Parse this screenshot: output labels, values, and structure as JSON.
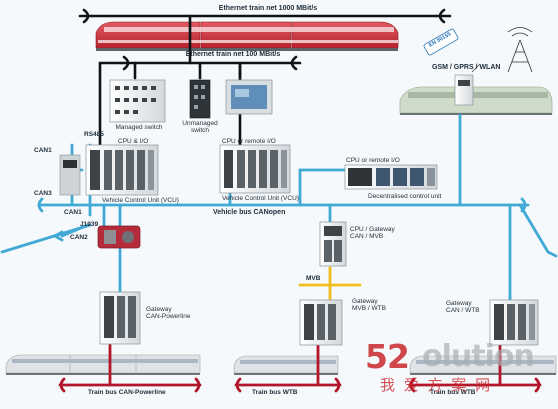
{
  "labels": {
    "eth_1000": "Ethernet train net 1000 MBit/s",
    "eth_100": "Ethernet train net 100 MBit/s",
    "managed_switch": "Managed switch",
    "unmanaged_switch": "Unmanaged\nswitch",
    "rs485": "RS485",
    "cpu_io": "CPU & I/O",
    "cpu_remote_io_1": "CPU or remote I/O",
    "cpu_remote_io_2": "CPU or remote I/O",
    "can1_a": "CAN1",
    "can3": "CAN3",
    "vcu_1": "Vehicle Control Unit (VCU)",
    "vcu_2": "Vehicle Control Unit (VCU)",
    "decentralised": "Decentralised control unit",
    "en50155": "EN 50155",
    "gsm": "GSM / GPRS / WLAN",
    "can1_b": "CAN1",
    "vehicle_bus": "Vehicle bus CANopen",
    "j1939": "J1939",
    "can2": "CAN2",
    "cpu_gateway": "CPU / Gateway\nCAN / MVB",
    "mvb": "MVB",
    "gateway_mvb": "Gateway\nMVB / WTB",
    "gateway_can_wtb": "Gateway\nCAN / WTB",
    "gateway_powerline": "Gateway\nCAN-Powerline",
    "bus_powerline": "Train bus CAN-Powerline",
    "bus_wtb_1": "Train bus WTB",
    "bus_wtb_2": "Train bus WTB"
  },
  "watermark": {
    "num": "52",
    "word": "olution",
    "cn": "我 爱 方 案 网"
  },
  "colors": {
    "ethernet": "#0f1216",
    "can_bus": "#40a9d4",
    "train_bus": "#b3162a",
    "mvb": "#f3bd1e",
    "red_train": "#d23a45",
    "white_train": "#dfe3e6",
    "green_train": "#cfdcc9"
  }
}
